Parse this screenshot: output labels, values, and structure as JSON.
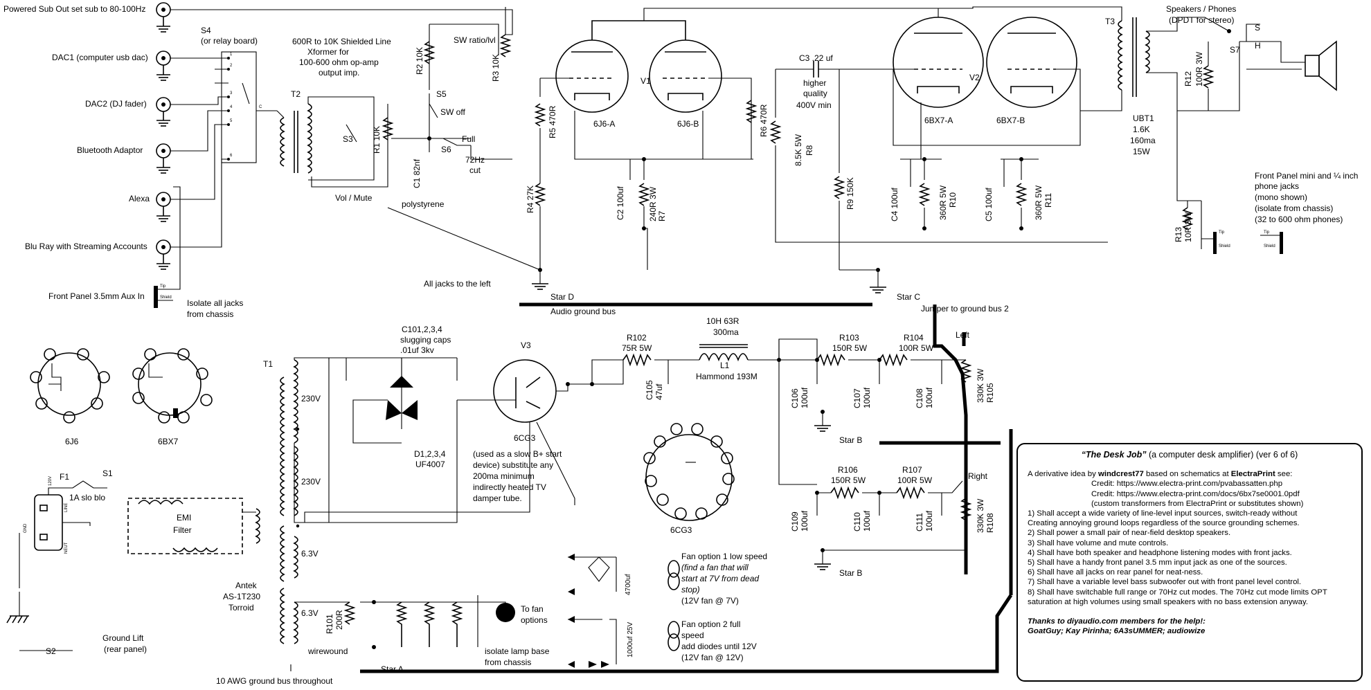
{
  "labels": {
    "sub_out": "Powered Sub Out set sub to 80-100Hz",
    "dac1": "DAC1 (computer usb dac)",
    "dac2": "DAC2 (DJ fader)",
    "bt": "Bluetooth Adaptor",
    "alexa": "Alexa",
    "bluray": "Blu Ray with Streaming Accounts",
    "front_aux": "Front Panel 3.5mm Aux In",
    "isolate1": "Isolate all jacks",
    "isolate2": "from chassis",
    "s4": "S4",
    "s4_note": "(or relay board)",
    "xf1": "600R to 10K Shielded Line",
    "xf2": "Xformer for",
    "xf3": "100-600 ohm op-amp",
    "xf4": "output imp.",
    "t2": "T2",
    "s3": "S3",
    "r1": "R1 10K",
    "vol_mute": "Vol / Mute",
    "sw_ratio": "SW ratio/lvl",
    "r2": "R2 10K",
    "s5": "S5",
    "sw_off": "SW off",
    "r3": "R3 10K",
    "full": "Full",
    "s6": "S6",
    "hz72": "72Hz",
    "cut": "cut",
    "c1": "C1 82nf",
    "polystyrene": "polystyrene",
    "v1": "V1",
    "tube_6j6a": "6J6-A",
    "tube_6j6b": "6J6-B",
    "r5": "R5 470R",
    "r6": "R6 470R",
    "r4": "R4 27K",
    "c2": "C2 100uf",
    "r7": "R7",
    "r7v": "240R 3W",
    "c3": "C3 .22 uf",
    "higher": "higher",
    "quality": "quality",
    "v400": "400V min",
    "r8": "R8",
    "r8v": "8.5K 5W",
    "r9": "R9 150K",
    "v2": "V2",
    "tube_6bx7a": "6BX7-A",
    "tube_6bx7b": "6BX7-B",
    "c4": "C4 100uf",
    "r10": "R10",
    "r10v": "360R 5W",
    "c5": "C5 100uf",
    "r11": "R11",
    "r11v": "360R 5W",
    "t3": "T3",
    "ubt1": "UBT1",
    "ubt_1": "1.6K",
    "ubt_2": "160ma",
    "ubt_3": "15W",
    "spk1": "Speakers / Phones",
    "spk2": "(DPDT for stereo)",
    "s7": "S7",
    "s_label": "S",
    "h_label": "H",
    "r12": "R12",
    "r12v": "100R 3W",
    "fp1": "Front Panel mini and ¼ inch",
    "fp2": "phone jacks",
    "fp3": "(mono shown)",
    "fp4": "(isolate from chassis)",
    "fp5": "(32 to 600 ohm phones)",
    "r13": "R13",
    "r13v": "10R 3W",
    "all_jacks": "All jacks to the left",
    "star_d": "Star D",
    "audio_gnd": "Audio ground bus",
    "star_c": "Star C",
    "jumper": "Jumper to ground bus 2",
    "left": "Left",
    "c101": "C101,2,3,4",
    "slug": "slugging caps",
    "c101v": ".01uf 3kv",
    "v3": "V3",
    "r102": "R102",
    "r102v": "75R 5W",
    "l1a": "10H 63R",
    "l1b": "300ma",
    "l1": "L1",
    "l1c": "Hammond 193M",
    "r103": "R103",
    "r103v": "150R 5W",
    "r104": "R104",
    "r104v": "100R 5W",
    "c105": "C105",
    "c105v": "47uf",
    "c106": "C106",
    "c107": "C107",
    "c108": "C108",
    "c_100uf": "100uf",
    "r105": "R105",
    "r105v": "330K 3W",
    "star_b": "Star B",
    "t1": "T1",
    "v230a": "230V",
    "v230b": "230V",
    "v63a": "6.3V",
    "v63b": "6.3V",
    "d1": "D1,2,3,4",
    "uf4007": "UF4007",
    "tube_6cg3": "6CG3",
    "v3n1": "(used as a slow B+ start",
    "v3n2": "device) substitute any",
    "v3n3": "200ma minimum",
    "v3n4": "indirectly heated TV",
    "v3n5": "damper tube.",
    "r106": "R106",
    "r106v": "150R 5W",
    "r107": "R107",
    "r107v": "100R 5W",
    "right": "Right",
    "c109": "C109",
    "c110": "C110",
    "c111": "C111",
    "r108": "R108",
    "r108v": "330K 3W",
    "star_b2": "Star B",
    "pin_6j6": "6J6",
    "pin_6bx7": "6BX7",
    "pin_6cg3": "6CG3",
    "f1": "F1",
    "s1": "S1",
    "fuse": "1A slo blo",
    "emi": "EMI",
    "filter": "Filter",
    "antek1": "Antek",
    "antek2": "AS-1T230",
    "antek3": "Torroid",
    "r101": "R101",
    "r101v": "200R",
    "wirewound": "wirewound",
    "fan_opt": "To fan",
    "options": "options",
    "lamp1": "isolate lamp base",
    "lamp2": "from chassis",
    "fan1a": "Fan option 1 low speed",
    "fan1b": "(find a fan that will",
    "fan1c": "start at 7V from dead",
    "fan1d": "stop)",
    "fan1e": "(12V fan @ 7V)",
    "c4700": "4700uf",
    "fan2a": "Fan option 2 full",
    "fan2b": "speed",
    "fan2c": "add diodes until 12V",
    "fan2d": "(12V fan @ 12V)",
    "c1000": "1000uf 25V",
    "s2": "S2",
    "gl1": "Ground Lift",
    "gl2": "(rear panel)",
    "star_a": "Star A",
    "awg": "10 AWG ground bus throughout",
    "gnd": "GND",
    "line": "LINE",
    "neut": "NEUT",
    "v120": "120V",
    "tip": "Tip",
    "shield": "Shield"
  },
  "info": {
    "title_quoted": "“The Desk Job”",
    "title_rest": " (a computer desk amplifier) (ver 6 of 6)",
    "intro_a": "A derivative idea by ",
    "intro_user": "windcrest77",
    "intro_b": " based on schematics at ",
    "intro_site": "ElectraPrint",
    "intro_c": " see:",
    "credit1": "Credit: https://www.electra-print.com/pvabassatten.php",
    "credit2": "Credit: https://www.electra-print.com/docs/6bx7se0001.0pdf",
    "credit3": "(custom transformers from ElectraPrint or substitutes shown)",
    "req1": "1) Shall accept a wide variety of line-level input sources, switch-ready without",
    "req1b": "Creating annoying ground loops regardless of the source grounding schemes.",
    "req2": "2) Shall power a small pair of near-field desktop speakers.",
    "req3": "3) Shall have volume and mute controls.",
    "req4": "4) Shall have both speaker and headphone listening modes with front jacks.",
    "req5": "5) Shall have a handy front panel 3.5 mm input jack as one of the sources.",
    "req6": "6) Shall have all jacks on rear panel for neat-ness.",
    "req7": "7) Shall have a variable level bass subwoofer out with front panel level control.",
    "req8": "8) Shall have switchable full range or 70Hz cut modes. The 70Hz cut mode limits OPT",
    "req8b": "saturation at high volumes using small speakers with no bass extension anyway.",
    "thanks": "Thanks to diyaudio.com members for the help!:",
    "names": "GoatGuy; Kay Pirinha; 6A3sUMMER; audiowize"
  }
}
